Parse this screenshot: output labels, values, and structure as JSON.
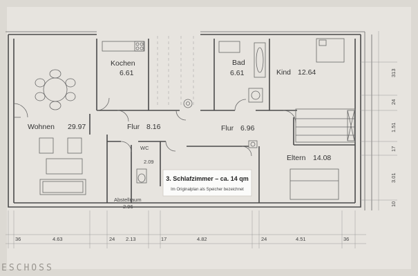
{
  "rooms": {
    "kochen": {
      "name": "Kochen",
      "area": "6.61"
    },
    "bad": {
      "name": "Bad",
      "area": "6.61"
    },
    "kind": {
      "name": "Kind",
      "area": "12.64"
    },
    "wohnen": {
      "name": "Wohnen",
      "area": "29.97"
    },
    "flur1": {
      "name": "Flur",
      "area": "8.16"
    },
    "flur2": {
      "name": "Flur",
      "area": "6.96"
    },
    "wc": {
      "name": "WC",
      "area": "2.09"
    },
    "eltern": {
      "name": "Eltern",
      "area": "14.08"
    },
    "abstell": {
      "name": "Abstellraum",
      "area": "2.96"
    }
  },
  "note": {
    "title": "3. Schlafzimmer – ca. 14 qm",
    "subtitle": "Im Originalplan als Speicher bezeichnet"
  },
  "dims_bottom": [
    "36",
    "4.63",
    "24",
    "2.13",
    "17",
    "4.82",
    "24",
    "4.51",
    "36"
  ],
  "dims_right": [
    "313",
    "24",
    "1.51",
    "17",
    "3.01",
    "10"
  ],
  "footer_text": "ESCHOSS",
  "colors": {
    "paper": "#e7e4df",
    "ink": "#4a4a4a",
    "note_bg": "#fbfbfa"
  }
}
